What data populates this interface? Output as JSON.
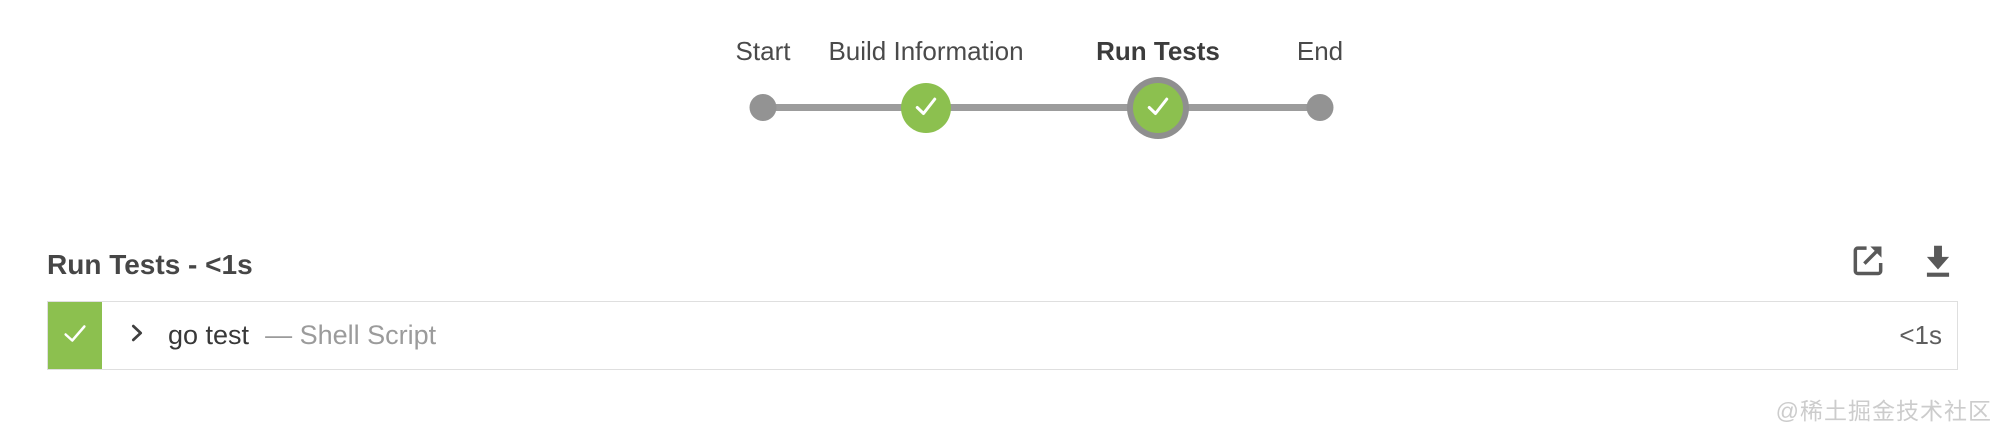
{
  "pipeline": {
    "stages": [
      {
        "label": "Start",
        "type": "terminal",
        "status": "none",
        "selected": false
      },
      {
        "label": "Build Information",
        "type": "stage",
        "status": "success",
        "selected": false
      },
      {
        "label": "Run Tests",
        "type": "stage",
        "status": "success",
        "selected": true
      },
      {
        "label": "End",
        "type": "terminal",
        "status": "none",
        "selected": false
      }
    ]
  },
  "stage_detail": {
    "title": "Run Tests - <1s",
    "actions": [
      {
        "name": "open-log-external"
      },
      {
        "name": "download-log"
      }
    ],
    "steps": [
      {
        "status": "success",
        "name": "go test",
        "type_label": "— Shell Script",
        "duration": "<1s"
      }
    ]
  },
  "watermark": "@稀土掘金技术社区",
  "colors": {
    "success_green": "#8cc04f",
    "graph_gray": "#9c9c9c",
    "node_gray": "#939393",
    "selected_ring_gray": "#8f8f8f",
    "row_border": "#dfdfdf",
    "icon_gray": "#595959"
  }
}
